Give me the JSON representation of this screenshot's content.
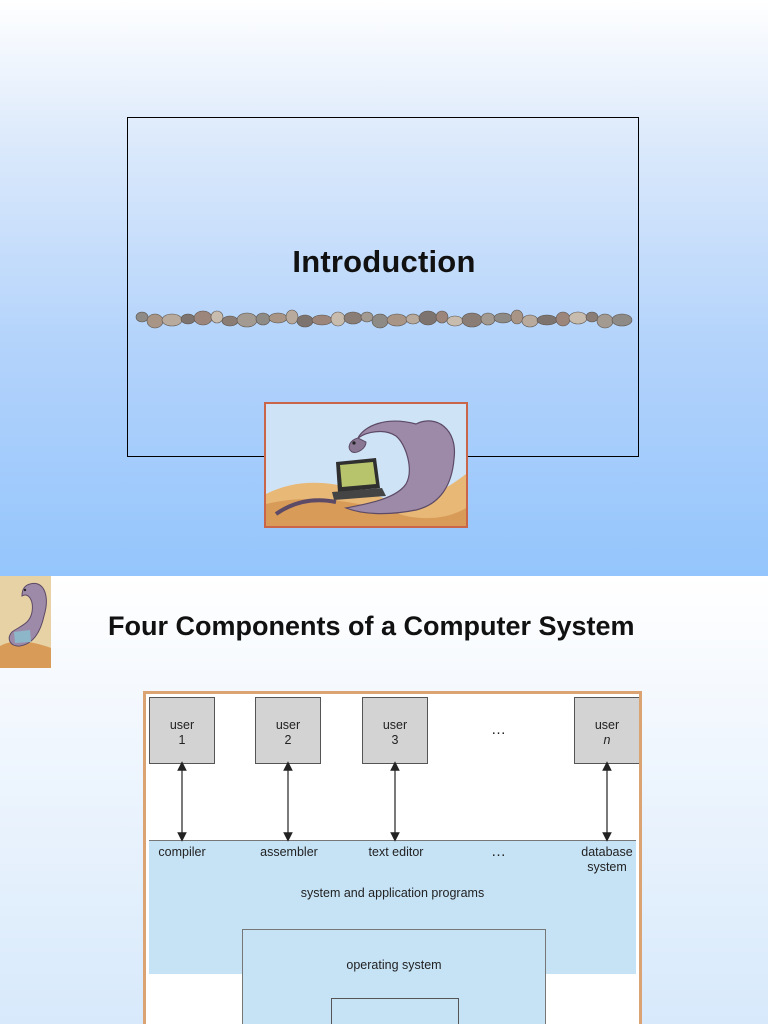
{
  "slide1": {
    "title": "Introduction"
  },
  "slide2": {
    "title": "Four Components of a Computer System",
    "diagram": {
      "users": [
        {
          "line1": "user",
          "line2": "1"
        },
        {
          "line1": "user",
          "line2": "2"
        },
        {
          "line1": "user",
          "line2": "3"
        },
        {
          "line1": "user",
          "line2": "n"
        }
      ],
      "user_ellipsis": "…",
      "programs": [
        {
          "line1": "compiler",
          "line2": ""
        },
        {
          "line1": "assembler",
          "line2": ""
        },
        {
          "line1": "text editor",
          "line2": ""
        },
        {
          "line1": "database",
          "line2": "system"
        }
      ],
      "program_ellipsis": "…",
      "programs_band_label": "system and application programs",
      "os_label": "operating system"
    }
  },
  "colors": {
    "slide1_bg_bottom": "#94c5fc",
    "diagram_border": "#dba272",
    "band_fill": "#c6e3f6",
    "user_box_fill": "#d3d3d3",
    "card_border": "#c9664a"
  },
  "icons": [
    "pebble-divider-graphic",
    "dinosaur-laptop-illustration",
    "dinosaur-thumbnail-icon"
  ]
}
